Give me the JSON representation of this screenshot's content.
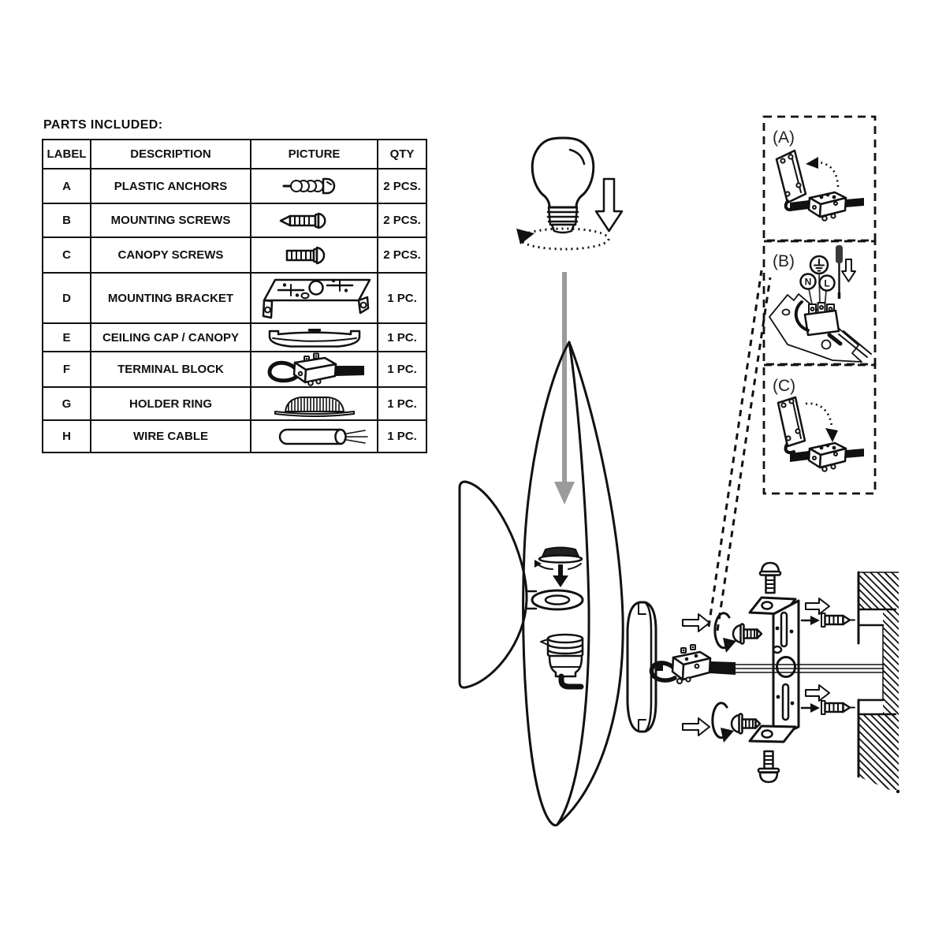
{
  "title": "PARTS INCLUDED:",
  "parts_table": {
    "headers": [
      "LABEL",
      "DESCRIPTION",
      "PICTURE",
      "QTY"
    ],
    "rows": [
      {
        "label": "A",
        "description": "PLASTIC ANCHORS",
        "picture_icon": "plastic-anchors-icon",
        "qty": "2 PCS."
      },
      {
        "label": "B",
        "description": "MOUNTING SCREWS",
        "picture_icon": "mounting-screws-icon",
        "qty": "2 PCS."
      },
      {
        "label": "C",
        "description": "CANOPY SCREWS",
        "picture_icon": "canopy-screws-icon",
        "qty": "2 PCS."
      },
      {
        "label": "D",
        "description": "MOUNTING BRACKET",
        "picture_icon": "mounting-bracket-icon",
        "qty": "1 PC."
      },
      {
        "label": "E",
        "description": "CEILING CAP / CANOPY",
        "picture_icon": "ceiling-cap-icon",
        "qty": "1 PC."
      },
      {
        "label": "F",
        "description": "TERMINAL BLOCK",
        "picture_icon": "terminal-block-icon",
        "qty": "1 PC."
      },
      {
        "label": "G",
        "description": "HOLDER RING",
        "picture_icon": "holder-ring-icon",
        "qty": "1 PC."
      },
      {
        "label": "H",
        "description": "WIRE CABLE",
        "picture_icon": "wire-cable-icon",
        "qty": "1 PC."
      }
    ]
  },
  "assembly_steps": {
    "a_label": "(A)",
    "b_label": "(B)",
    "c_label": "(C)"
  },
  "wiring_labels": {
    "neutral": "N",
    "live": "L"
  },
  "colors": {
    "line": "#111111",
    "gray_arrow": "#9b9b9b",
    "background": "#ffffff"
  }
}
